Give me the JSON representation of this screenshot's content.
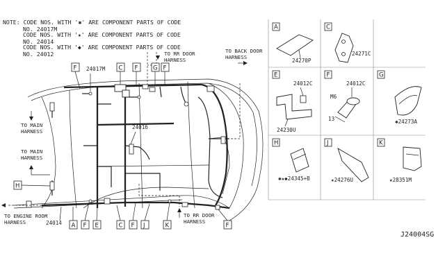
{
  "notes": {
    "line1": "NOTE: CODE NOS. WITH '✱' ARE COMPONENT PARTS OF CODE",
    "line1b": "NO. 24017M",
    "line2": "CODE NOS. WITH '★' ARE COMPONENT PARTS OF CODE",
    "line2b": "NO. 24014",
    "line3": "CODE NOS. WITH '◆' ARE COMPONENT PARTS OF CODE",
    "line3b": "NO. 24012"
  },
  "harness_labels": {
    "to_rr_door_top_1": "TO RR DOOR",
    "to_rr_door_top_2": "HARNESS",
    "to_back_door_1": "TO BACK DOOR",
    "to_back_door_2": "HARNESS",
    "to_main_1a": "TO MAIN",
    "to_main_1b": "HARNESS",
    "to_main_2a": "TO MAIN",
    "to_main_2b": "HARNESS",
    "to_engine_room_1": "TO ENGINE ROOM",
    "to_engine_room_2": "HARNESS",
    "to_rr_door_bottom_1": "TO RR DOOR",
    "to_rr_door_bottom_2": "HARNESS"
  },
  "main_parts": {
    "p24017m": "24017M",
    "p24016": "24016",
    "p24014": "24014"
  },
  "callout_letters": {
    "top_f1": "F",
    "top_c": "C",
    "top_f2": "F",
    "top_g": "G",
    "top_f3": "F",
    "left_h": "H",
    "bot_a": "A",
    "bot_f1": "F",
    "bot_e": "E",
    "bot_c": "C",
    "bot_f2": "F",
    "bot_j": "J",
    "bot_k": "K",
    "bot_f3": "F"
  },
  "detail_boxes": {
    "A": {
      "letter": "A",
      "part": "24270P"
    },
    "C": {
      "letter": "C",
      "part": "24271C"
    },
    "E": {
      "letter": "E",
      "part_top": "24012C",
      "part_bottom": "24230U"
    },
    "F": {
      "letter": "F",
      "part_top": "24012C",
      "bolt": "M6",
      "dim": "13"
    },
    "G": {
      "letter": "G",
      "part": "✱24273A"
    },
    "H": {
      "letter": "H",
      "part": "✱★◆24345+B"
    },
    "J": {
      "letter": "J",
      "part": "★24276U"
    },
    "K": {
      "letter": "K",
      "part": "★28351M"
    }
  },
  "diagram_code": "J24004SG"
}
